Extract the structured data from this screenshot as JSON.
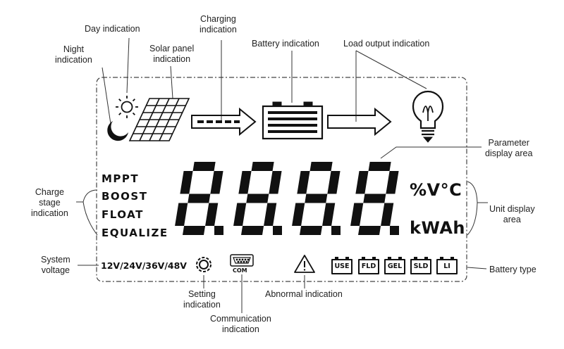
{
  "callouts": {
    "day": "Day indication",
    "night_l1": "Night",
    "night_l2": "indication",
    "solar_l1": "Solar panel",
    "solar_l2": "indication",
    "charging_l1": "Charging",
    "charging_l2": "indication",
    "battery": "Battery indication",
    "load": "Load output indication",
    "param_l1": "Parameter",
    "param_l2": "display area",
    "stage_l1": "Charge",
    "stage_l2": "stage",
    "stage_l3": "indication",
    "unit_l1": "Unit display",
    "unit_l2": "area",
    "sysv_l1": "System",
    "sysv_l2": "voltage",
    "battery_type": "Battery type",
    "setting_l1": "Setting",
    "setting_l2": "indication",
    "abnormal": "Abnormal indication",
    "comm_l1": "Communication",
    "comm_l2": "indication"
  },
  "lcd": {
    "charge_stages": [
      "MPPT",
      "BOOST",
      "FLOAT",
      "EQUALIZE"
    ],
    "digits": "8.8.8.8.",
    "units_top": "%V°C",
    "units_bottom": "kWAh",
    "system_voltage": "12V/24V/36V/48V",
    "com_label": "COM",
    "battery_types": [
      "USE",
      "FLD",
      "GEL",
      "SLD",
      "LI"
    ]
  },
  "icons": [
    "sun-icon",
    "moon-icon",
    "solar-panel-icon",
    "charging-arrow-icon",
    "battery-icon",
    "load-arrow-icon",
    "light-bulb-icon",
    "gear-icon",
    "com-port-icon",
    "warning-icon"
  ]
}
